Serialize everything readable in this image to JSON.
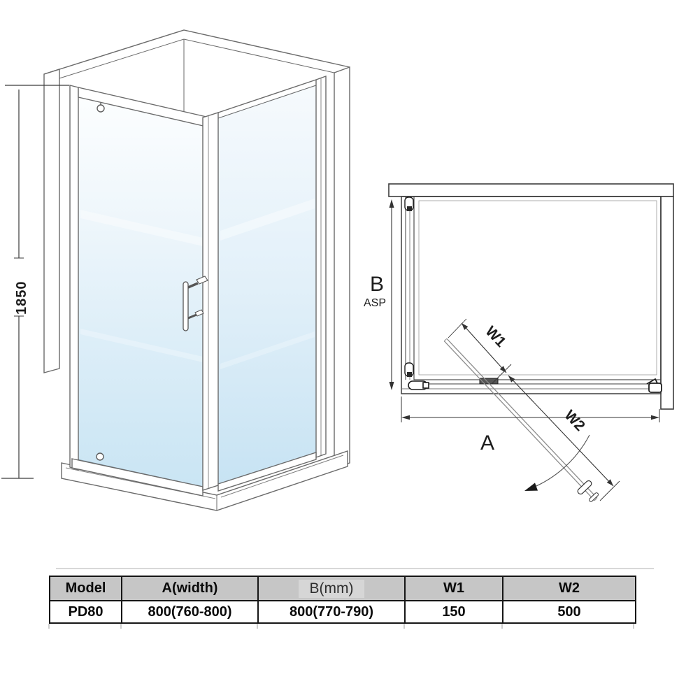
{
  "front_view": {
    "height_dimension": "1850"
  },
  "plan_view": {
    "label_b": "B",
    "label_asp": "ASP",
    "label_a": "A",
    "label_w1": "W1",
    "label_w2": "W2"
  },
  "spec_table": {
    "headers": [
      "Model",
      "A(width)",
      "B(mm)",
      "W1",
      "W2"
    ],
    "rows": [
      [
        "PD80",
        "800(760-800)",
        "800(770-790)",
        "150",
        "500"
      ]
    ]
  },
  "colors": {
    "outline_3d": "#6a6a6a",
    "outline_plan": "#3d3d3d",
    "dimension_line": "#333333",
    "glass_top": "#fbfdff",
    "glass_bottom": "#cae5f4",
    "table_header_bg": "#c6c6c6",
    "table_border": "#161616"
  }
}
